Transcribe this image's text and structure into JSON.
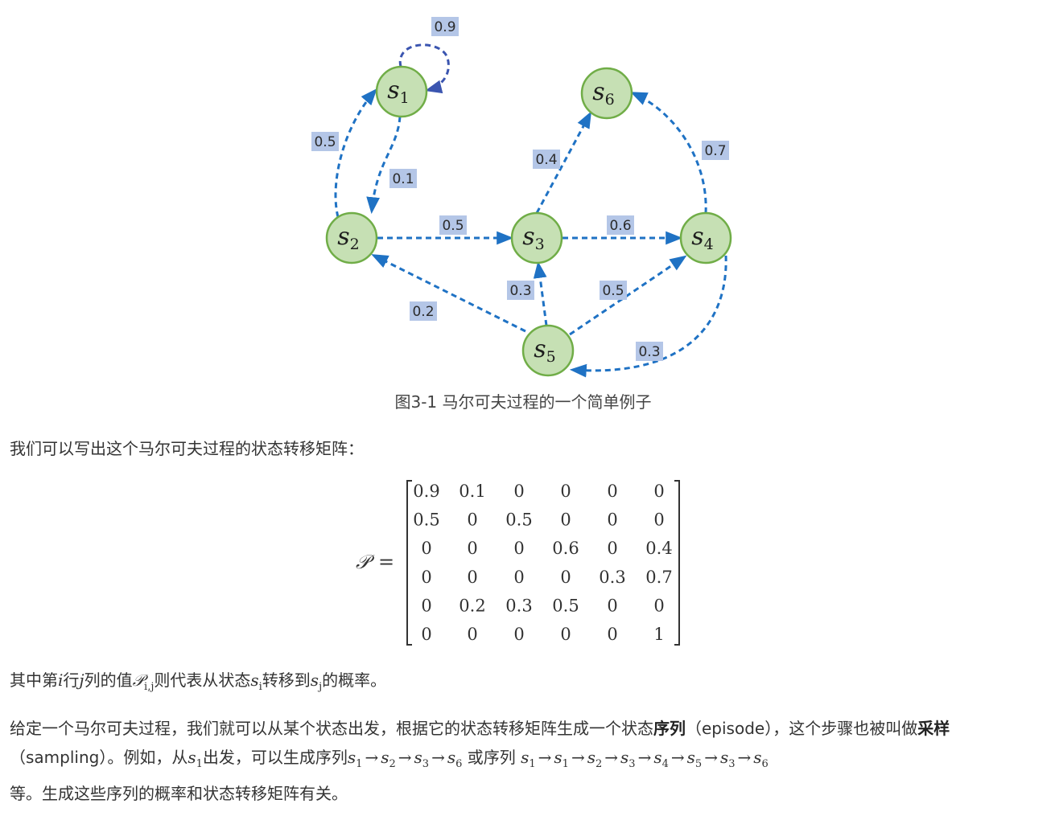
{
  "diagram": {
    "nodes": [
      {
        "id": "s1",
        "letter": "s",
        "index": "1"
      },
      {
        "id": "s2",
        "letter": "s",
        "index": "2"
      },
      {
        "id": "s3",
        "letter": "s",
        "index": "3"
      },
      {
        "id": "s4",
        "letter": "s",
        "index": "4"
      },
      {
        "id": "s5",
        "letter": "s",
        "index": "5"
      },
      {
        "id": "s6",
        "letter": "s",
        "index": "6"
      }
    ],
    "edges": [
      {
        "from": "s1",
        "to": "s1",
        "label": "0.9"
      },
      {
        "from": "s1",
        "to": "s2",
        "label": "0.1"
      },
      {
        "from": "s2",
        "to": "s1",
        "label": "0.5"
      },
      {
        "from": "s2",
        "to": "s3",
        "label": "0.5"
      },
      {
        "from": "s3",
        "to": "s4",
        "label": "0.6"
      },
      {
        "from": "s3",
        "to": "s6",
        "label": "0.4"
      },
      {
        "from": "s4",
        "to": "s6",
        "label": "0.7"
      },
      {
        "from": "s4",
        "to": "s5",
        "label": "0.3"
      },
      {
        "from": "s5",
        "to": "s2",
        "label": "0.2"
      },
      {
        "from": "s5",
        "to": "s3",
        "label": "0.3"
      },
      {
        "from": "s5",
        "to": "s4",
        "label": "0.5"
      }
    ],
    "colors": {
      "node_fill": "#c6e0b4",
      "node_stroke": "#70ad47",
      "edge": "#1f72c4",
      "loop_edge": "#3b55b0",
      "label_bg": "#b4c6e7"
    }
  },
  "caption": "图3-1 马尔可夫过程的一个简单例子",
  "intro": "我们可以写出这个马尔可夫过程的状态转移矩阵：",
  "matrix": {
    "symbol": "𝒫",
    "equals": "=",
    "rows": [
      [
        "0.9",
        "0.1",
        "0",
        "0",
        "0",
        "0"
      ],
      [
        "0.5",
        "0",
        "0.5",
        "0",
        "0",
        "0"
      ],
      [
        "0",
        "0",
        "0",
        "0.6",
        "0",
        "0.4"
      ],
      [
        "0",
        "0",
        "0",
        "0",
        "0.3",
        "0.7"
      ],
      [
        "0",
        "0.2",
        "0.3",
        "0.5",
        "0",
        "0"
      ],
      [
        "0",
        "0",
        "0",
        "0",
        "0",
        "1"
      ]
    ]
  },
  "explain": {
    "t1": "其中第",
    "i": "i",
    "t2": "行",
    "j": "j",
    "t3": "列的值",
    "P": "𝒫",
    "Psub": "i,j",
    "t4": "则代表从状态",
    "s": "s",
    "si": "i",
    "t5": "转移到",
    "sj": "j",
    "t6": "的概率。"
  },
  "para": {
    "p1": "给定一个马尔可夫过程，我们就可以从某个状态出发，根据它的状态转移矩阵生成一个状态",
    "bold1": "序列",
    "p2": "（episode），这个步骤也被叫做",
    "bold2": "采样",
    "p3": "（sampling）。例如，从",
    "start_s": "s",
    "start_sub": "1",
    "p4": "出发，可以生成序列",
    "seq1": [
      "1",
      "2",
      "3",
      "6"
    ],
    "or": " 或序列 ",
    "seq2": [
      "1",
      "1",
      "2",
      "3",
      "4",
      "5",
      "3",
      "6"
    ],
    "arrow": "→",
    "p5": "等。生成这些序列的概率和状态转移矩阵有关。"
  }
}
